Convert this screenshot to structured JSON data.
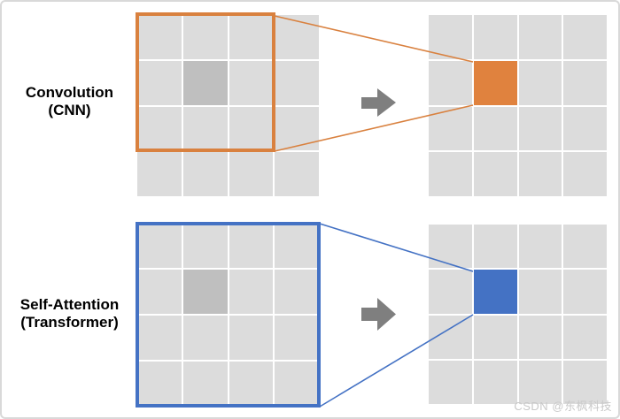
{
  "title": "Convolution vs Self-Attention receptive field diagram",
  "colors": {
    "cell": "#DCDCDC",
    "cell_marked": "#BFBFBF",
    "arrow": "#7F7F7F",
    "cnn": "#D9813F",
    "cnn_fill": "#E0823E",
    "attn": "#4472C4",
    "attn_fill": "#4472C4",
    "watermark": "#C9C9C9"
  },
  "panels": [
    {
      "id": "cnn",
      "label": {
        "line1": "Convolution",
        "line2": "(CNN)"
      },
      "input_grid": {
        "rows": 4,
        "cols": 4,
        "cells_marked": [
          {
            "row": 2,
            "col": 2,
            "color": "#BFBFBF"
          }
        ]
      },
      "receptive_field": {
        "rows": 3,
        "cols": 3,
        "position": "top-left",
        "color": "#D9813F"
      },
      "output_grid": {
        "rows": 4,
        "cols": 4,
        "cells_marked": [
          {
            "row": 2,
            "col": 2,
            "color": "#E0823E"
          }
        ]
      }
    },
    {
      "id": "self-attention",
      "label": {
        "line1": "Self-Attention",
        "line2": "(Transformer)"
      },
      "input_grid": {
        "rows": 4,
        "cols": 4,
        "cells_marked": [
          {
            "row": 2,
            "col": 2,
            "color": "#BFBFBF"
          }
        ]
      },
      "receptive_field": {
        "rows": 4,
        "cols": 4,
        "position": "full",
        "color": "#4472C4"
      },
      "output_grid": {
        "rows": 4,
        "cols": 4,
        "cells_marked": [
          {
            "row": 2,
            "col": 2,
            "color": "#4472C4"
          }
        ]
      }
    }
  ],
  "watermark": {
    "text": "CSDN @东枫科技"
  }
}
